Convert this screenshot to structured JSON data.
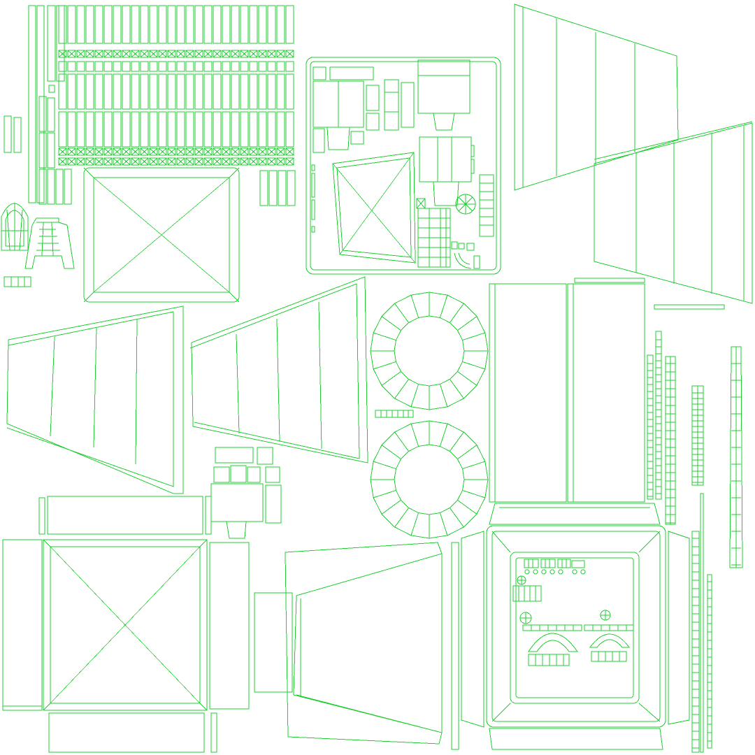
{
  "canvas": {
    "background": "#ffffff",
    "wire_color": "#22cc33"
  },
  "islands": [
    {
      "name": "small-tile-grid-top-left"
    },
    {
      "name": "pyramid-roof-top-left"
    },
    {
      "name": "dome-arch-small"
    },
    {
      "name": "bracket-piece-small"
    },
    {
      "name": "panel-board-top-center"
    },
    {
      "name": "strip-fan-top-right"
    },
    {
      "name": "strip-fan-right"
    },
    {
      "name": "strip-fan-left"
    },
    {
      "name": "strip-fan-center"
    },
    {
      "name": "ring-upper"
    },
    {
      "name": "ring-lower"
    },
    {
      "name": "tall-panel-right"
    },
    {
      "name": "vertical-strips-far-right"
    },
    {
      "name": "pyramid-roof-bottom-left"
    },
    {
      "name": "funnel-piece-bottom-center"
    },
    {
      "name": "framed-box-bottom-right"
    },
    {
      "name": "small-blocks-cluster"
    }
  ]
}
